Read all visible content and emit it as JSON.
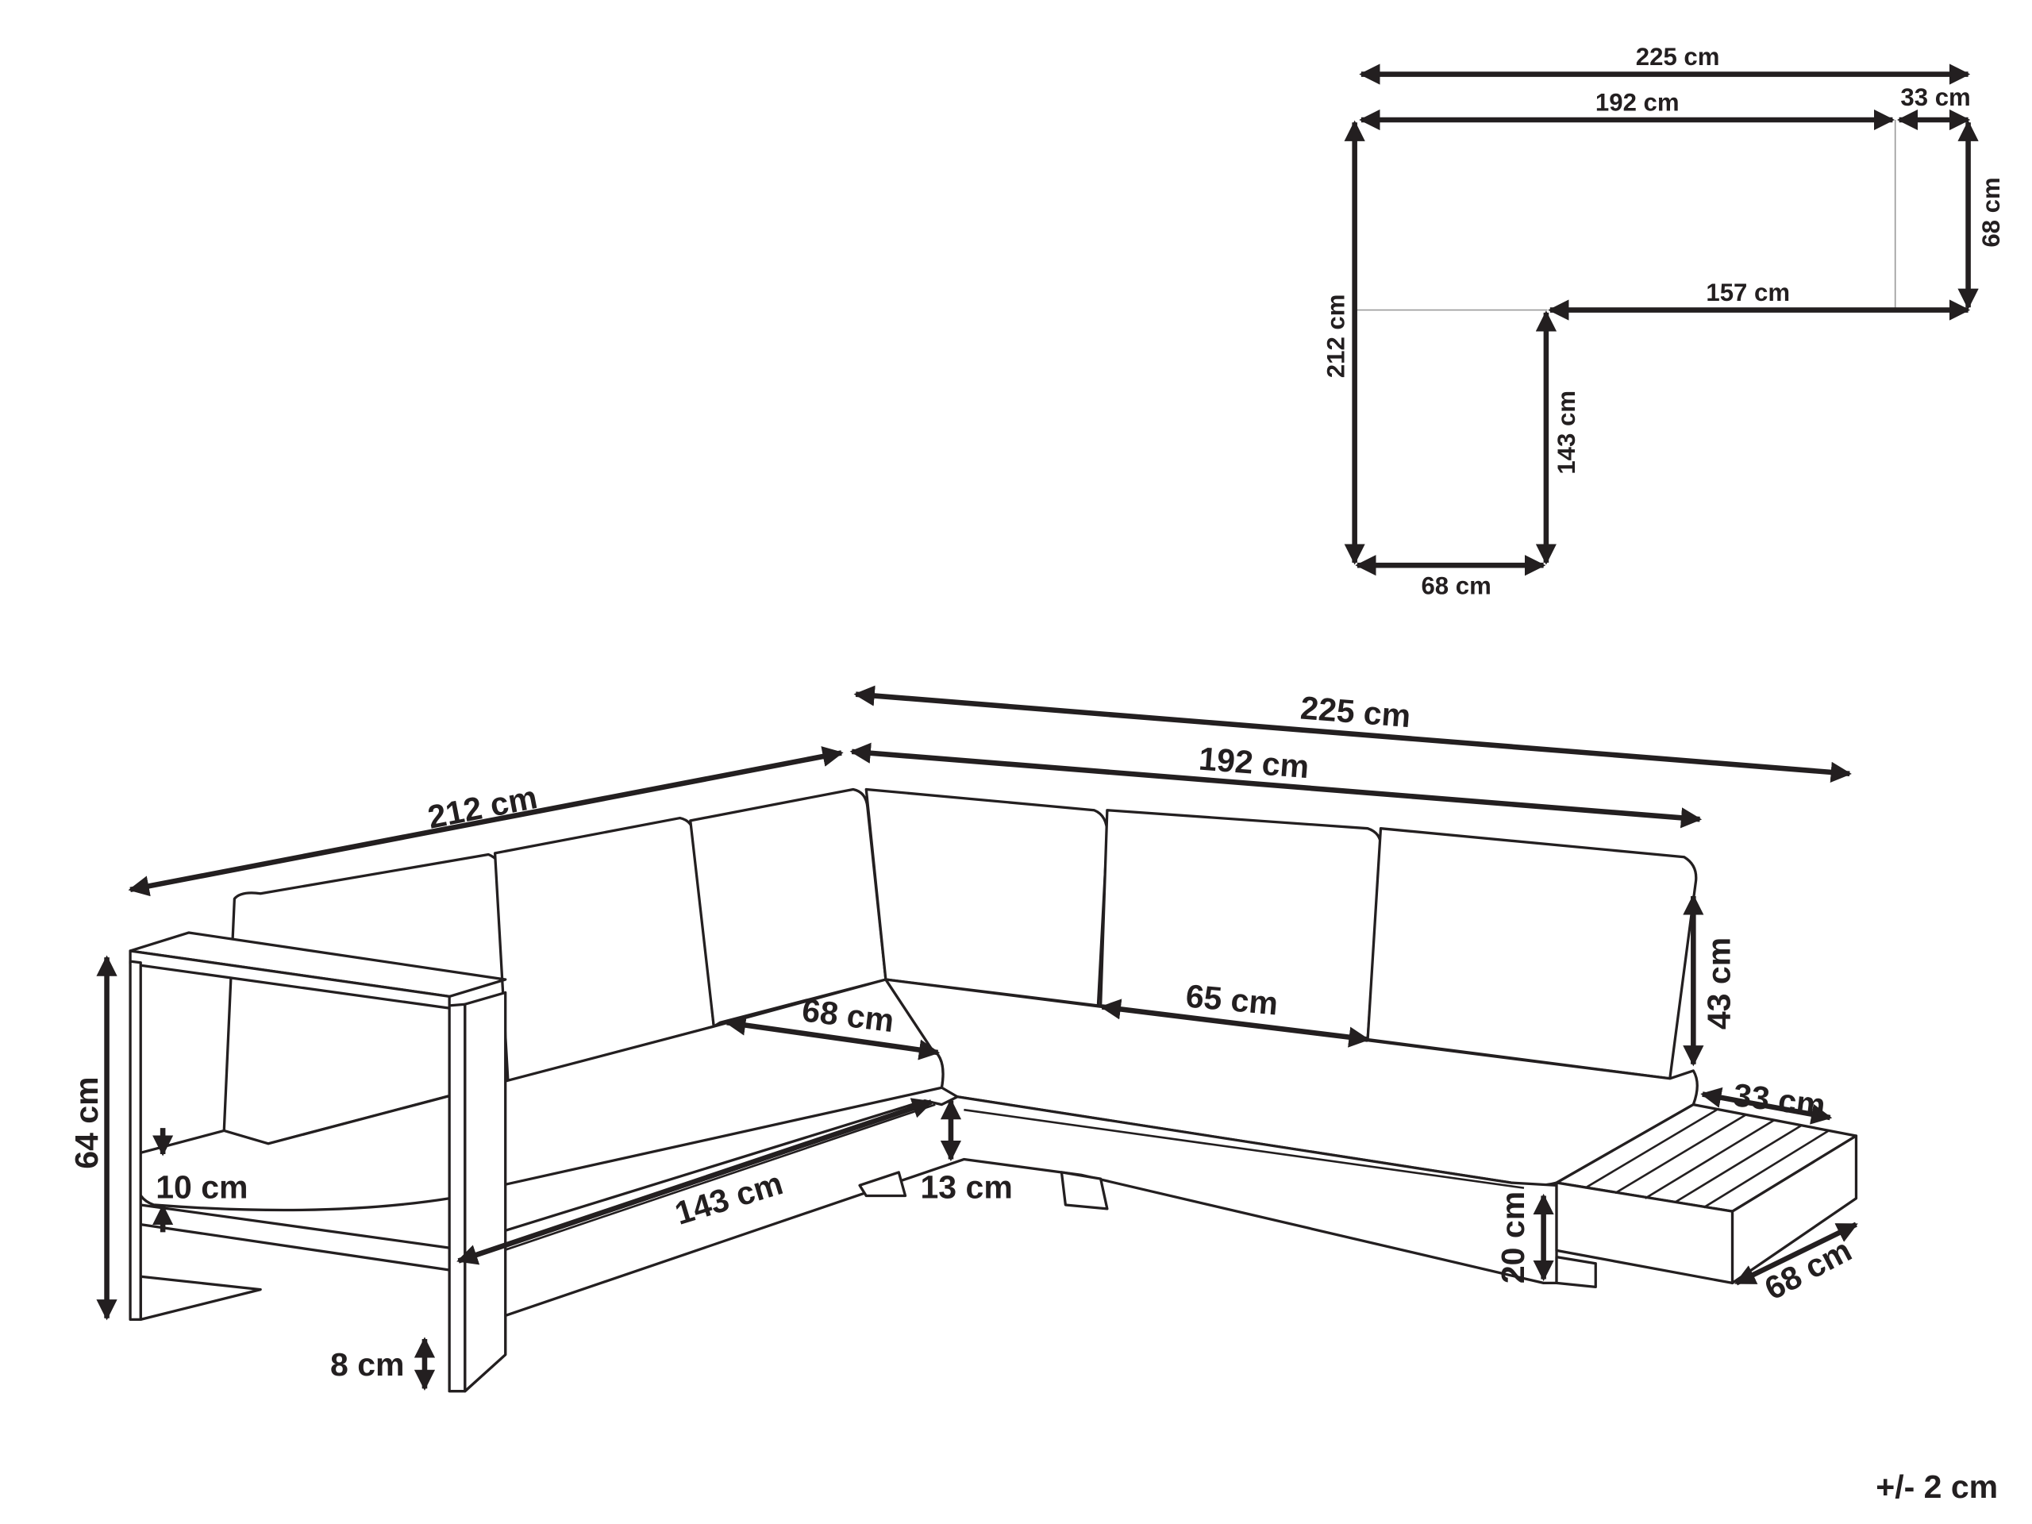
{
  "plan_view": {
    "total_width": "225 cm",
    "sofa_width": "192 cm",
    "table_width": "33 cm",
    "total_depth": "212 cm",
    "right_depth": "68 cm",
    "inner_width": "157 cm",
    "inner_length": "143 cm",
    "left_width": "68 cm"
  },
  "perspective_view": {
    "total_width": "225 cm",
    "sofa_width": "192 cm",
    "left_length": "212 cm",
    "height": "64 cm",
    "seat_depth": "68 cm",
    "seat_width": "65 cm",
    "back_height": "43 cm",
    "table_width": "33 cm",
    "table_depth": "68 cm",
    "table_height": "20 cm",
    "seat_height": "13 cm",
    "inner_length": "143 cm",
    "cushion_thickness": "10 cm",
    "leg_height": "8 cm"
  },
  "tolerance": "+/- 2 cm",
  "colors": {
    "ink": "#231f20",
    "guide": "#9a9a9a"
  }
}
